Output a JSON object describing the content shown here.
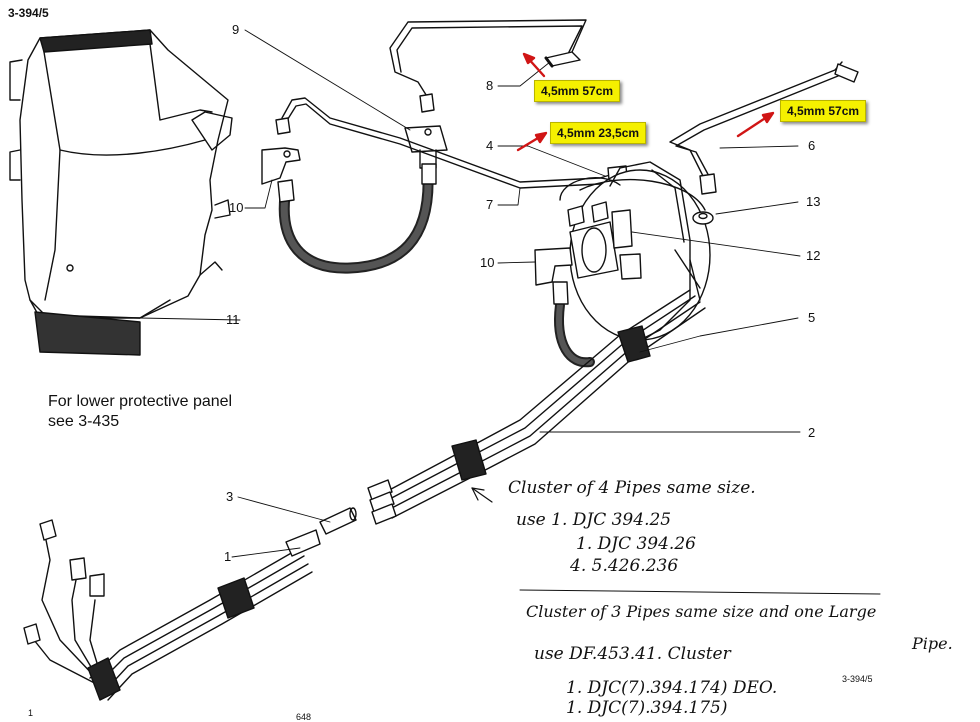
{
  "page_id": "3-394/5",
  "callouts": {
    "c1": "1",
    "c2": "2",
    "c3": "3",
    "c4": "4",
    "c5": "5",
    "c6": "6",
    "c7": "7",
    "c8": "8",
    "c9": "9",
    "c10a": "10",
    "c10b": "10",
    "c11": "11",
    "c12": "12",
    "c13": "13"
  },
  "highlights": {
    "pipe8": "4,5mm 57cm",
    "pipe4": "4,5mm 23,5cm",
    "pipe6": "4,5mm 57cm"
  },
  "note": {
    "line1": "For lower protective panel",
    "line2": "see 3-435"
  },
  "handwritten": {
    "cluster4_title": "Cluster of 4 Pipes same size.",
    "cluster4_use": "use   1. DJC 394.25",
    "cluster4_item2": "1. DJC 394.26",
    "cluster4_item3": "4. 5.426.236",
    "cluster3_title": "Cluster of 3 Pipes same size and one Large",
    "cluster3_title2": "Pipe.",
    "cluster3_use": "use  DF.453.41. Cluster",
    "cluster3_item1": "1. DJC(7).394.174) DEO.",
    "cluster3_item2": "1. DJC(7).394.175)"
  },
  "footer": {
    "ref_right": "3-394/5",
    "left_mark": "1",
    "page_number": "648"
  },
  "colors": {
    "highlight_fill": "#f5f000",
    "arrow": "#d01515",
    "ink": "#111111"
  }
}
